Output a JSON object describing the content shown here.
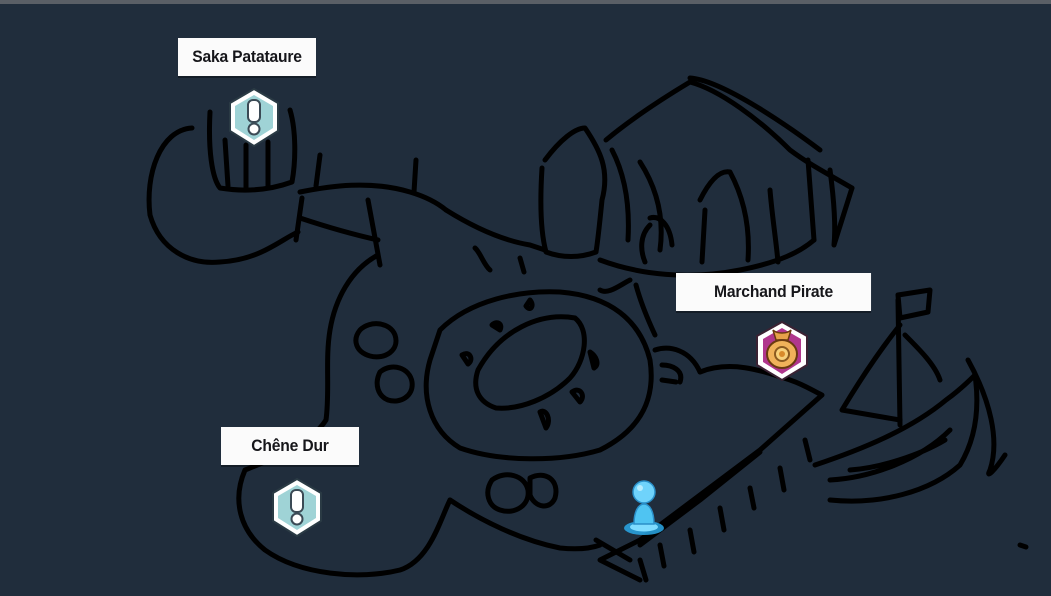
{
  "map": {
    "background": "#202d3c",
    "line_color": "#000000",
    "markers": [
      {
        "name": "Saka Patataure",
        "icon": "exclamation-quest-icon",
        "color": "#9fd3d6"
      },
      {
        "name": "Marchand Pirate",
        "icon": "merchant-bag-icon",
        "color": "#b0368d"
      },
      {
        "name": "Chêne Dur",
        "icon": "exclamation-quest-icon",
        "color": "#9fd3d6"
      }
    ],
    "player": {
      "icon": "player-pawn-icon",
      "color": "#4fc4f2"
    }
  }
}
